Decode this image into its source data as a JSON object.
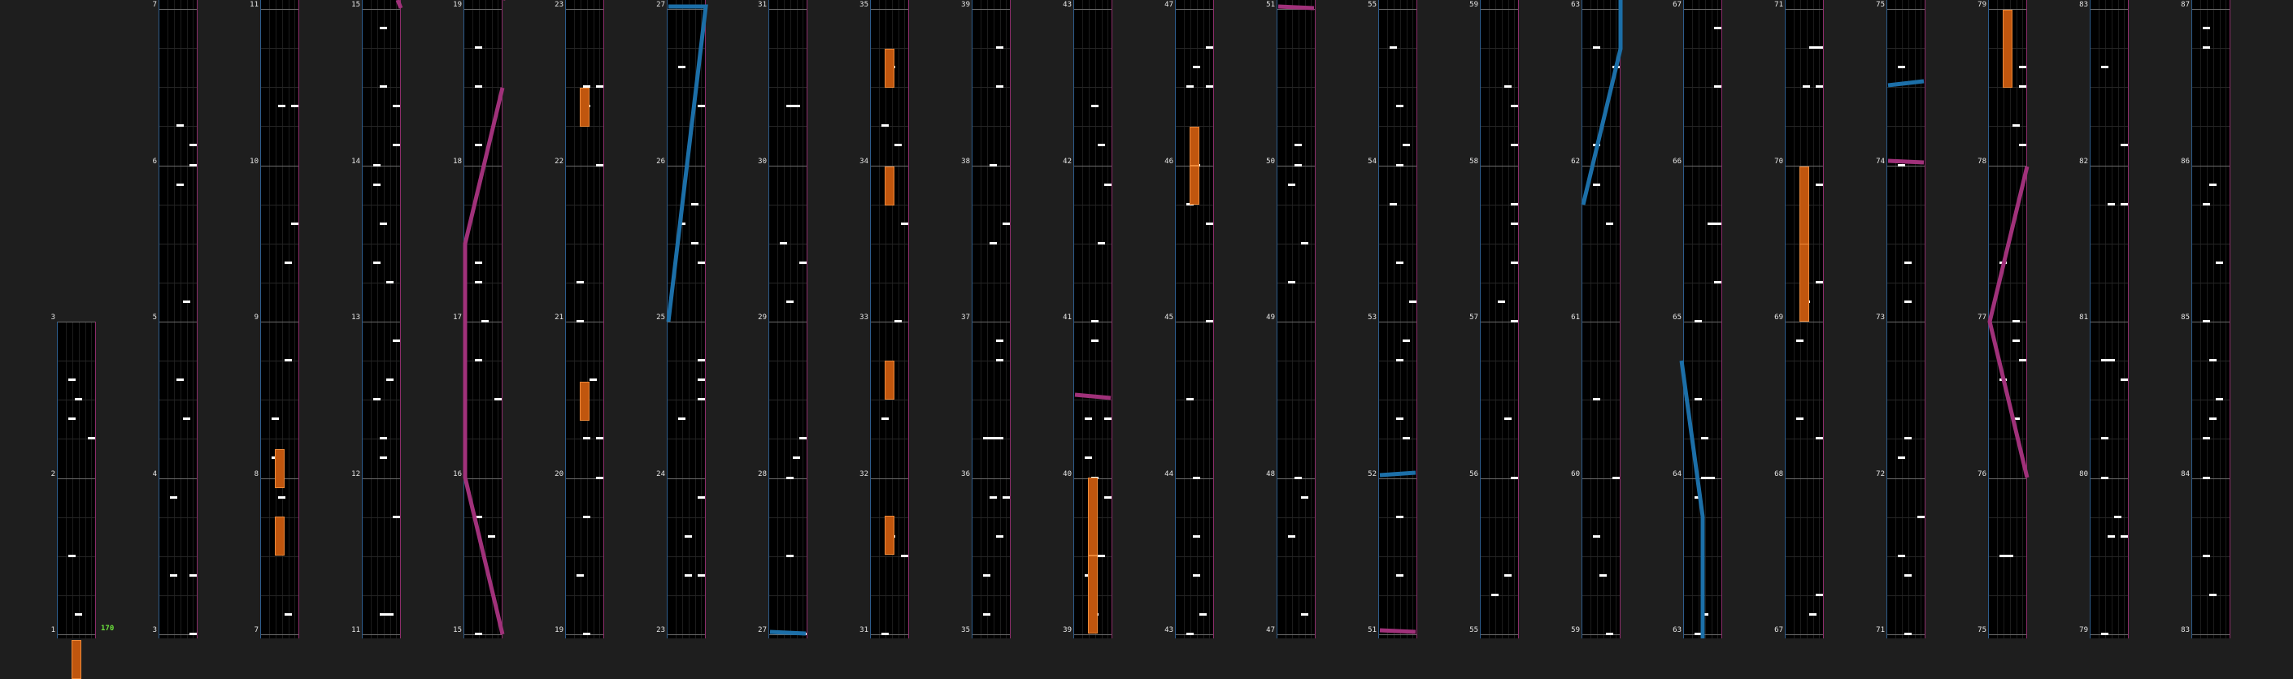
{
  "chart_view": {
    "bpm_label": "170",
    "colors": {
      "background": "#1e1e1e",
      "lane_bg": "#000000",
      "lane_left_border": "#2d5c8c",
      "lane_right_border": "#8c2d6a",
      "measure_line": "#6c6c6c",
      "note": "#ffffff",
      "long_note": "#c0560e",
      "blue_graph": "#1c6fa8",
      "magenta_graph": "#a0317a",
      "bpm_text": "#6be23b"
    },
    "columns": [
      {
        "index": 0,
        "measures": [
          "1",
          "2",
          "3"
        ]
      },
      {
        "index": 1,
        "measures": [
          "3",
          "4",
          "5",
          "6",
          "7"
        ]
      },
      {
        "index": 2,
        "measures": [
          "7",
          "8",
          "9",
          "10",
          "11"
        ]
      },
      {
        "index": 3,
        "measures": [
          "11",
          "12",
          "13",
          "14",
          "15"
        ]
      },
      {
        "index": 4,
        "measures": [
          "15",
          "16",
          "17",
          "18",
          "19"
        ]
      },
      {
        "index": 5,
        "measures": [
          "19",
          "20",
          "21",
          "22",
          "23"
        ]
      },
      {
        "index": 6,
        "measures": [
          "23",
          "24",
          "25",
          "26",
          "27"
        ]
      },
      {
        "index": 7,
        "measures": [
          "27",
          "28",
          "29",
          "30",
          "31"
        ]
      },
      {
        "index": 8,
        "measures": [
          "31",
          "32",
          "33",
          "34",
          "35"
        ]
      },
      {
        "index": 9,
        "measures": [
          "35",
          "36",
          "37",
          "38",
          "39"
        ]
      },
      {
        "index": 10,
        "measures": [
          "39",
          "40",
          "41",
          "42",
          "43"
        ]
      },
      {
        "index": 11,
        "measures": [
          "43",
          "44",
          "45",
          "46",
          "47"
        ]
      },
      {
        "index": 12,
        "measures": [
          "47",
          "48",
          "49",
          "50",
          "51"
        ]
      },
      {
        "index": 13,
        "measures": [
          "51",
          "52",
          "53",
          "54",
          "55"
        ]
      },
      {
        "index": 14,
        "measures": [
          "55",
          "56",
          "57",
          "58",
          "59"
        ]
      },
      {
        "index": 15,
        "measures": [
          "59",
          "60",
          "61",
          "62",
          "63"
        ]
      },
      {
        "index": 16,
        "measures": [
          "63",
          "64",
          "65",
          "66",
          "67"
        ]
      },
      {
        "index": 17,
        "measures": [
          "67",
          "68",
          "69",
          "70",
          "71"
        ]
      },
      {
        "index": 18,
        "measures": [
          "71",
          "72",
          "73",
          "74",
          "75"
        ]
      },
      {
        "index": 19,
        "measures": [
          "75",
          "76",
          "77",
          "78",
          "79"
        ]
      },
      {
        "index": 20,
        "measures": [
          "79",
          "80",
          "81",
          "82",
          "83"
        ]
      },
      {
        "index": 21,
        "measures": [
          "83",
          "84",
          "85",
          "86",
          "87"
        ]
      }
    ]
  }
}
